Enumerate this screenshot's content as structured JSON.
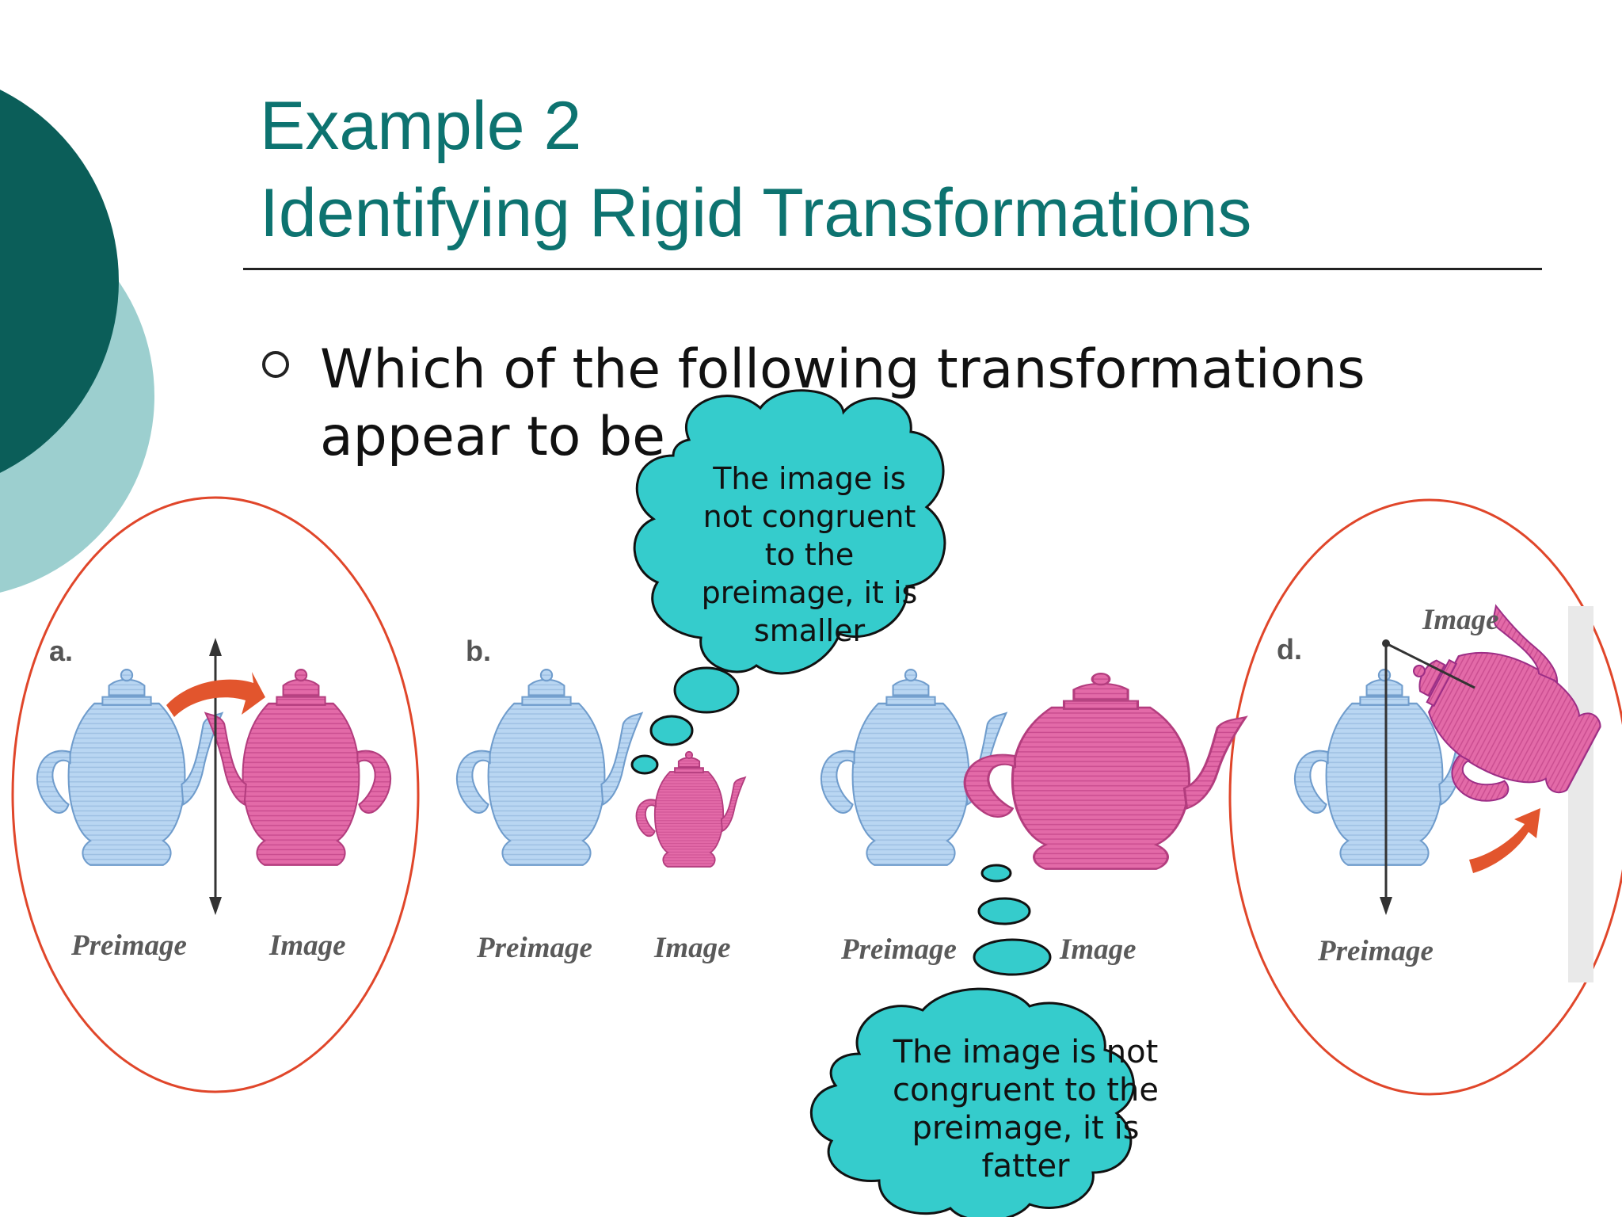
{
  "slide": {
    "title_line1": "Example 2",
    "title_line2": "Identifying Rigid Transformations",
    "bullet": {
      "line1": "Which of the following transformations",
      "line2": "appear to be rigid?"
    }
  },
  "figure": {
    "panels": [
      {
        "letter": "a.",
        "preimage_label": "Preimage",
        "image_label": "Image",
        "circled": true
      },
      {
        "letter": "b.",
        "preimage_label": "Preimage",
        "image_label": "Image",
        "circled": false
      },
      {
        "letter": "",
        "preimage_label": "Preimage",
        "image_label": "Image",
        "circled": false
      },
      {
        "letter": "d.",
        "preimage_label": "Preimage",
        "image_label": "Image",
        "circled": true
      }
    ]
  },
  "callouts": [
    {
      "text": "The image is not congruent to the preimage, it is smaller"
    },
    {
      "text": "The image is not congruent to the preimage, it is fatter"
    }
  ],
  "colors": {
    "title": "#0d7370",
    "circle_dark": "#0b5e59",
    "circle_light": "#9ccfcf",
    "cloud_fill": "#35cccc",
    "circle_outline": "#e0462a",
    "preimage_teapot": "#b7d4f0",
    "image_teapot": "#e06aa6"
  }
}
